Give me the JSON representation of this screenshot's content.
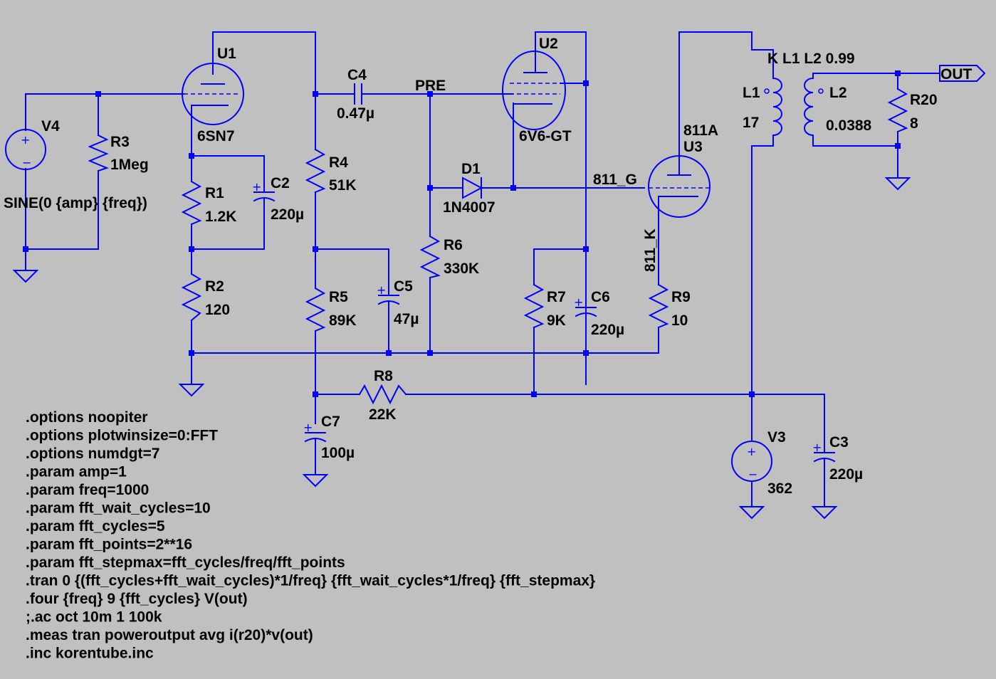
{
  "components": {
    "U1": {
      "ref": "U1",
      "value": "6SN7"
    },
    "U2": {
      "ref": "U2",
      "value": "6V6-GT"
    },
    "U3": {
      "ref": "U3",
      "value": "811A"
    },
    "V4": {
      "ref": "V4",
      "value": "SINE(0 {amp} {freq})"
    },
    "V3": {
      "ref": "V3",
      "value": "362"
    },
    "R1": {
      "ref": "R1",
      "value": "1.2K"
    },
    "R2": {
      "ref": "R2",
      "value": "120"
    },
    "R3": {
      "ref": "R3",
      "value": "1Meg"
    },
    "R4": {
      "ref": "R4",
      "value": "51K"
    },
    "R5": {
      "ref": "R5",
      "value": "89K"
    },
    "R6": {
      "ref": "R6",
      "value": "330K"
    },
    "R7": {
      "ref": "R7",
      "value": "9K"
    },
    "R8": {
      "ref": "R8",
      "value": "22K"
    },
    "R9": {
      "ref": "R9",
      "value": "10"
    },
    "R20": {
      "ref": "R20",
      "value": "8"
    },
    "C2": {
      "ref": "C2",
      "value": "220µ"
    },
    "C3": {
      "ref": "C3",
      "value": "220µ"
    },
    "C4": {
      "ref": "C4",
      "value": "0.47µ"
    },
    "C5": {
      "ref": "C5",
      "value": "47µ"
    },
    "C6": {
      "ref": "C6",
      "value": "220µ"
    },
    "C7": {
      "ref": "C7",
      "value": "100µ"
    },
    "D1": {
      "ref": "D1",
      "value": "1N4007"
    },
    "L1": {
      "ref": "L1",
      "value": "17"
    },
    "L2": {
      "ref": "L2",
      "value": "0.0388"
    }
  },
  "coupling": "K L1 L2 0.99",
  "nets": {
    "pre": "PRE",
    "g811": "811_G",
    "k811": "811_K",
    "out": "OUT"
  },
  "directives": [
    ".options noopiter",
    ".options plotwinsize=0:FFT",
    ".options numdgt=7",
    ".param amp=1",
    ".param freq=1000",
    ".param fft_wait_cycles=10",
    ".param fft_cycles=5",
    ".param fft_points=2**16",
    ".param fft_stepmax=fft_cycles/freq/fft_points",
    ".tran 0 {(fft_cycles+fft_wait_cycles)*1/freq} {fft_wait_cycles*1/freq} {fft_stepmax}",
    ".four {freq} 9 {fft_cycles} V(out)",
    ";.ac oct 10m 1 100k",
    ".meas tran poweroutput avg i(r20)*v(out)",
    ".inc korentube.inc"
  ],
  "colors": {
    "background": "#c0c0c0",
    "wire": "#0000ff",
    "text": "#000000"
  }
}
